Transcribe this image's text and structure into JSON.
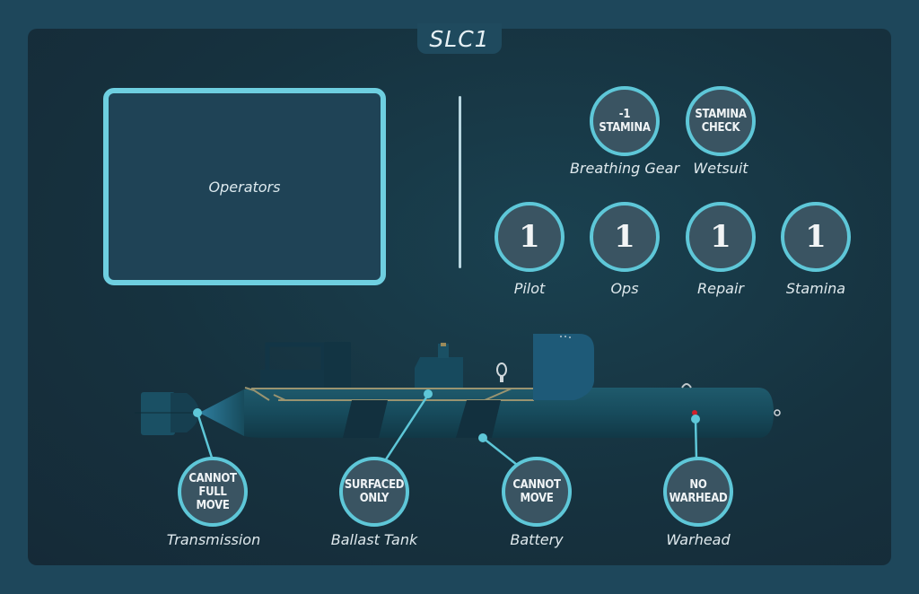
{
  "title": "SLC1",
  "operators": {
    "label": "Operators"
  },
  "equipment": [
    {
      "name": "Breathing Gear",
      "effect": "-1\nSTAMINA"
    },
    {
      "name": "Wetsuit",
      "effect": "STAMINA\nCHECK"
    }
  ],
  "stats": [
    {
      "name": "Pilot",
      "value": "1"
    },
    {
      "name": "Ops",
      "value": "1"
    },
    {
      "name": "Repair",
      "value": "1"
    },
    {
      "name": "Stamina",
      "value": "1"
    }
  ],
  "components": [
    {
      "name": "Transmission",
      "effect": "CANNOT\nFULL MOVE"
    },
    {
      "name": "Ballast Tank",
      "effect": "SURFACED\nONLY"
    },
    {
      "name": "Battery",
      "effect": "CANNOT\nMOVE"
    },
    {
      "name": "Warhead",
      "effect": "NO\nWARHEAD"
    }
  ],
  "colors": {
    "accent": "#5ec7d8",
    "panel_bg": "#16323f",
    "outer_bg": "#1e475b",
    "warhead_marker": "#d0202a"
  }
}
